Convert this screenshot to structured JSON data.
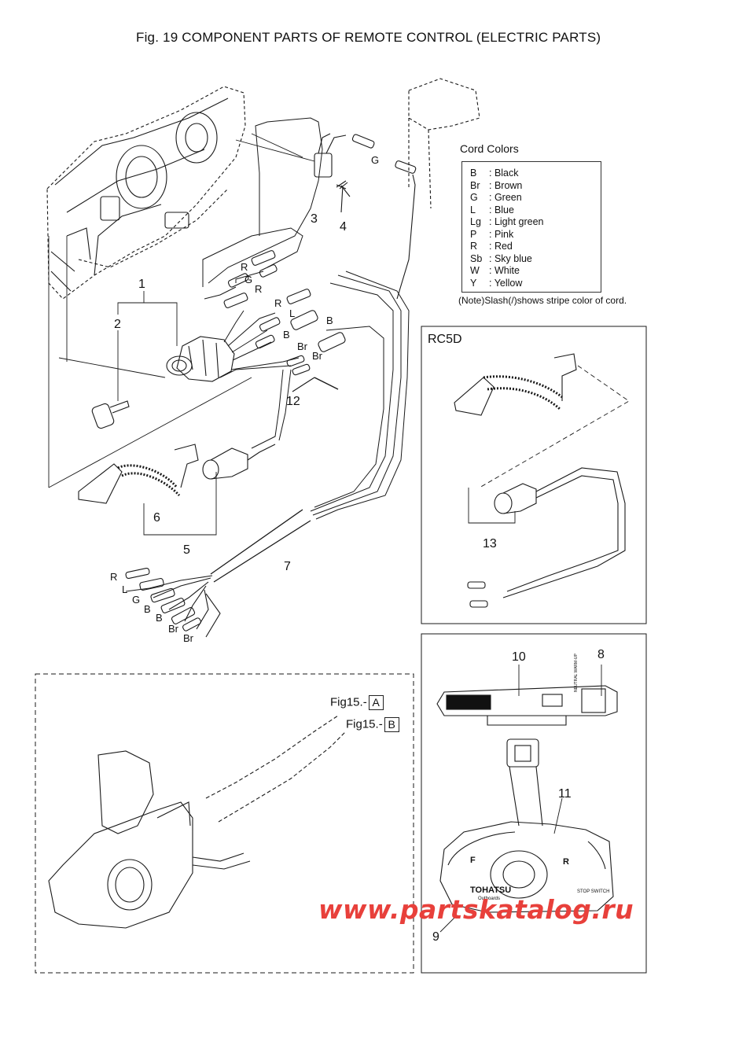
{
  "title": "Fig. 19    COMPONENT PARTS OF REMOTE CONTROL (ELECTRIC PARTS)",
  "cord_colors": {
    "heading": "Cord Colors",
    "items": [
      {
        "code": "B",
        "name": ": Black"
      },
      {
        "code": "Br",
        "name": ": Brown"
      },
      {
        "code": "G",
        "name": ": Green"
      },
      {
        "code": "L",
        "name": ": Blue"
      },
      {
        "code": "Lg",
        "name": ": Light green"
      },
      {
        "code": "P",
        "name": ": Pink"
      },
      {
        "code": "R",
        "name": ": Red"
      },
      {
        "code": "Sb",
        "name": ": Sky blue"
      },
      {
        "code": "W",
        "name": ": White"
      },
      {
        "code": "Y",
        "name": ": Yellow"
      }
    ],
    "note": "(Note)Slash(/)shows stripe color of cord."
  },
  "callouts": {
    "c1": "1",
    "c2": "2",
    "c3": "3",
    "c4": "4",
    "c5": "5",
    "c6": "6",
    "c7": "7",
    "c8": "8",
    "c9": "9",
    "c10": "10",
    "c11": "11",
    "c12": "12",
    "c13": "13"
  },
  "wire_labels": {
    "w_g_top": "G",
    "w_r1": "R",
    "w_g1": "G",
    "w_r2": "R",
    "w_r3": "R",
    "w_l1": "L",
    "w_b1": "B",
    "w_b2": "B",
    "w_br1": "Br",
    "w_br2": "Br",
    "w_r4": "R",
    "w_l2": "L",
    "w_g2": "G",
    "w_b3": "B",
    "w_b4": "B",
    "w_br3": "Br",
    "w_br4": "Br"
  },
  "rc5d_label": "RC5D",
  "fig_refs": {
    "a_text": "Fig15.-",
    "a_box": "A",
    "b_text": "Fig15.-",
    "b_box": "B"
  },
  "panel_text": {
    "neutral_warmup": "NEUTRAL WARM-UP",
    "stop_switch": "STOP SWITCH",
    "brand": "TOHATSU",
    "brand_sub": "Outboards",
    "f_mark": "F",
    "r_mark": "R"
  },
  "watermark": "www.partskatalog.ru"
}
